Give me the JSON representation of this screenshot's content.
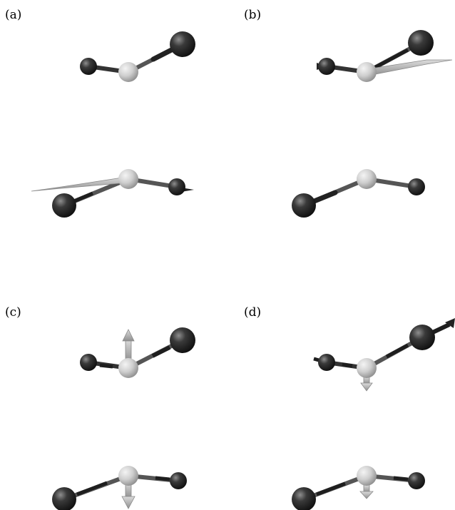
{
  "panels": [
    {
      "label": "(a)"
    },
    {
      "label": "(b)"
    },
    {
      "label": "(c)"
    },
    {
      "label": "(d)"
    }
  ],
  "colors": {
    "background": "#ffffff",
    "dark_atom": "#1e1e1e",
    "light_atom": "#c8c8c8",
    "bond": "#6a6a6a",
    "arrow_dark": "#222222",
    "arrow_light": "#b4b4b4"
  }
}
